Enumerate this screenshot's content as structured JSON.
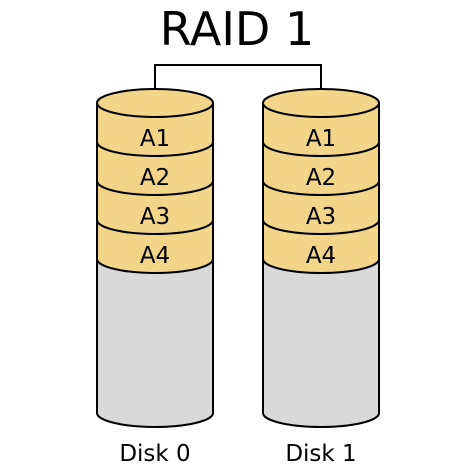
{
  "diagram": {
    "title": "RAID 1",
    "colors": {
      "data_block": "#f3d58a",
      "empty_space": "#d9d9d9",
      "outline": "#000000",
      "background": "#ffffff"
    },
    "disks": [
      {
        "label": "Disk 0",
        "blocks": [
          "A1",
          "A2",
          "A3",
          "A4"
        ]
      },
      {
        "label": "Disk 1",
        "blocks": [
          "A1",
          "A2",
          "A3",
          "A4"
        ]
      }
    ]
  }
}
